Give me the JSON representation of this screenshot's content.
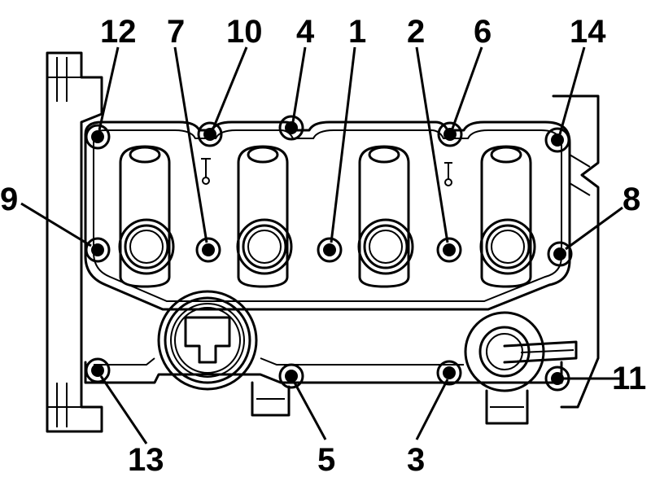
{
  "bolt_callouts": [
    {
      "id": "12",
      "label": "12"
    },
    {
      "id": "7",
      "label": "7"
    },
    {
      "id": "10",
      "label": "10"
    },
    {
      "id": "4",
      "label": "4"
    },
    {
      "id": "1",
      "label": "1"
    },
    {
      "id": "2",
      "label": "2"
    },
    {
      "id": "6",
      "label": "6"
    },
    {
      "id": "14",
      "label": "14"
    },
    {
      "id": "9",
      "label": "9"
    },
    {
      "id": "8",
      "label": "8"
    },
    {
      "id": "11",
      "label": "11"
    },
    {
      "id": "13",
      "label": "13"
    },
    {
      "id": "5",
      "label": "5"
    },
    {
      "id": "3",
      "label": "3"
    }
  ]
}
